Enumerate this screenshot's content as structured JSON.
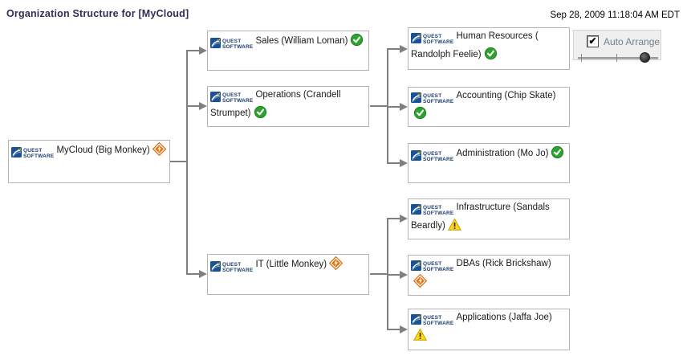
{
  "header": {
    "title": "Organization Structure for [MyCloud]",
    "timestamp": "Sep 28, 2009 11:18:04 AM EDT"
  },
  "brand": {
    "line1": "QUEST",
    "line2": "SOFTWARE",
    "logo_blue": "#1a5296",
    "text_navy": "#1c3e6e"
  },
  "controls": {
    "auto_arrange_label": "Auto Arrange",
    "auto_arrange_checked": true,
    "checkbox_glyph": "✔",
    "zoom_slider_percent": 88
  },
  "status_colors": {
    "ok_green": "#2fa12f",
    "critical_orange": "#e8720c",
    "warning_yellow": "#ffd51e"
  },
  "nodes": {
    "root": {
      "label": "MyCloud (Big Monkey)",
      "status": "critical",
      "status_icon": "critical-diamond-icon"
    },
    "sales": {
      "label": "Sales (William Loman)",
      "status": "ok",
      "status_icon": "ok-check-icon"
    },
    "operations": {
      "label": "Operations (Crandell Strumpet)",
      "status": "ok",
      "status_icon": "ok-check-icon"
    },
    "it": {
      "label": "IT (Little Monkey)",
      "status": "critical",
      "status_icon": "critical-diamond-icon"
    },
    "hr": {
      "label": "Human Resources ( Randolph Feelie)",
      "status": "ok",
      "status_icon": "ok-check-icon"
    },
    "accounting": {
      "label": "Accounting (Chip Skate)",
      "status": "ok",
      "status_icon": "ok-check-icon"
    },
    "administration": {
      "label": "Administration (Mo Jo)",
      "status": "ok",
      "status_icon": "ok-check-icon"
    },
    "infrastructure": {
      "label": "Infrastructure (Sandals Beardly)",
      "status": "warning",
      "status_icon": "warning-triangle-icon"
    },
    "dbas": {
      "label": "DBAs (Rick Brickshaw)",
      "status": "critical",
      "status_icon": "critical-diamond-icon"
    },
    "applications": {
      "label": "Applications (Jaffa Joe)",
      "status": "warning",
      "status_icon": "warning-triangle-icon"
    }
  }
}
